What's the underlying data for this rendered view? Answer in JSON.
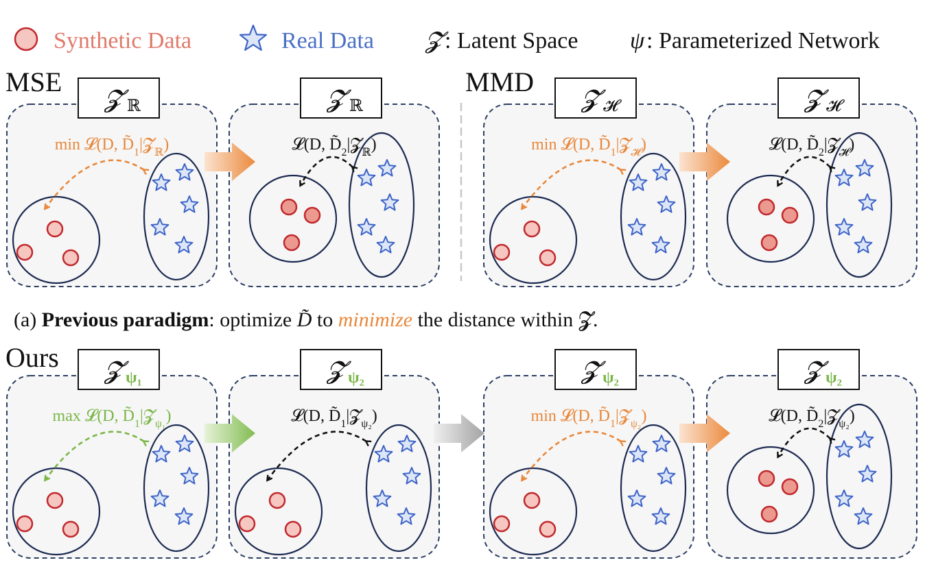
{
  "legend": {
    "synthetic_label": "Synthetic Data",
    "real_label": "Real Data",
    "latent_symbol": "𝓩",
    "latent_label": ": Latent Space",
    "network_symbol": "ψ",
    "network_label": ": Parameterized Network",
    "synthetic_icon": "hollow-red-circle-icon",
    "real_icon": "hollow-blue-star-icon"
  },
  "colors": {
    "synthetic_stroke": "#c0282d",
    "synthetic_fill": "#f6c6c0",
    "synthetic_fill_strong": "#ec9a8f",
    "synthetic_text": "#e07a6b",
    "real_stroke": "#3d63c8",
    "real_fill": "#dce6f7",
    "real_text": "#4a6fc4",
    "orange": "#e8873a",
    "green": "#7ab648",
    "black_arrow": "#111111",
    "gray_arrow": "#a8a8a8",
    "panel_border": "#2c3e63"
  },
  "section_a": {
    "mse_label": "MSE",
    "mmd_label": "MMD",
    "caption": {
      "prefix": "(a) ",
      "bold": "Previous paradigm",
      "mid1": ": optimize ",
      "d_tilde": "D̃",
      "mid2": " to ",
      "emph": "minimize",
      "suffix": " the distance within 𝓩."
    }
  },
  "section_b": {
    "ours_label": "Ours"
  },
  "panels": [
    {
      "z_base": "𝓩",
      "z_sub": "ℝ",
      "z_sub_color": "#111111",
      "loss": [
        {
          "t": "min 𝓛(",
          "c": "#e8873a"
        },
        {
          "t": "D, D̃",
          "c": "#e8873a"
        },
        {
          "t": "1",
          "c": "#e8873a",
          "sub": true
        },
        {
          "t": "|𝓩",
          "c": "#e8873a"
        },
        {
          "t": "ℝ",
          "c": "#e8873a",
          "sub": true
        },
        {
          "t": ")",
          "c": "#e8873a"
        }
      ],
      "arrow_color": "orange",
      "fill_level": "hollow"
    },
    {
      "z_base": "𝓩",
      "z_sub": "ℝ",
      "z_sub_color": "#111111",
      "loss": [
        {
          "t": "𝓛(D, D̃",
          "c": "#111111"
        },
        {
          "t": "2",
          "c": "#111111",
          "sub": true
        },
        {
          "t": "|𝓩",
          "c": "#111111"
        },
        {
          "t": "ℝ",
          "c": "#111111",
          "sub": true
        },
        {
          "t": ")",
          "c": "#111111"
        }
      ],
      "arrow_color": "black",
      "fill_level": "filled"
    },
    {
      "z_base": "𝓩",
      "z_sub": "𝓗",
      "z_sub_color": "#111111",
      "loss": [
        {
          "t": "min 𝓛(D, D̃",
          "c": "#e8873a"
        },
        {
          "t": "1",
          "c": "#e8873a",
          "sub": true
        },
        {
          "t": "|𝓩",
          "c": "#e8873a"
        },
        {
          "t": "𝓗",
          "c": "#e8873a",
          "sub": true
        },
        {
          "t": ")",
          "c": "#e8873a"
        }
      ],
      "arrow_color": "orange",
      "fill_level": "hollow"
    },
    {
      "z_base": "𝓩",
      "z_sub": "𝓗",
      "z_sub_color": "#111111",
      "loss": [
        {
          "t": "𝓛(D, D̃",
          "c": "#111111"
        },
        {
          "t": "2",
          "c": "#111111",
          "sub": true
        },
        {
          "t": "|𝓩",
          "c": "#111111"
        },
        {
          "t": "𝓗",
          "c": "#111111",
          "sub": true
        },
        {
          "t": ")",
          "c": "#111111"
        }
      ],
      "arrow_color": "black",
      "fill_level": "filled"
    },
    {
      "z_base": "𝓩",
      "z_sub": "ψ₁",
      "z_sub_color": "#7ab648",
      "loss": [
        {
          "t": "max 𝓛(D, D̃",
          "c": "#7ab648"
        },
        {
          "t": "1",
          "c": "#7ab648",
          "sub": true
        },
        {
          "t": "|𝓩",
          "c": "#7ab648"
        },
        {
          "t": "ψ₁",
          "c": "#7ab648",
          "sub": true
        },
        {
          "t": ")",
          "c": "#7ab648"
        }
      ],
      "arrow_color": "green",
      "fill_level": "hollow"
    },
    {
      "z_base": "𝓩",
      "z_sub": "ψ₂",
      "z_sub_color": "#7ab648",
      "loss": [
        {
          "t": "𝓛(D, D̃",
          "c": "#111111"
        },
        {
          "t": "1",
          "c": "#111111",
          "sub": true
        },
        {
          "t": "|𝓩",
          "c": "#111111"
        },
        {
          "t": "ψ₂",
          "c": "#111111",
          "sub": true
        },
        {
          "t": ")",
          "c": "#111111"
        }
      ],
      "arrow_color": "black",
      "fill_level": "hollow"
    },
    {
      "z_base": "𝓩",
      "z_sub": "ψ₂",
      "z_sub_color": "#7ab648",
      "loss": [
        {
          "t": "min 𝓛(D, D̃",
          "c": "#e8873a"
        },
        {
          "t": "1",
          "c": "#e8873a",
          "sub": true
        },
        {
          "t": "|𝓩",
          "c": "#e8873a"
        },
        {
          "t": "ψ₂",
          "c": "#e8873a",
          "sub": true
        },
        {
          "t": ")",
          "c": "#e8873a"
        }
      ],
      "arrow_color": "orange",
      "fill_level": "hollow"
    },
    {
      "z_base": "𝓩",
      "z_sub": "ψ₂",
      "z_sub_color": "#7ab648",
      "loss": [
        {
          "t": "𝓛(D, D̃",
          "c": "#111111"
        },
        {
          "t": "2",
          "c": "#111111",
          "sub": true
        },
        {
          "t": "|𝓩",
          "c": "#111111"
        },
        {
          "t": "ψ₂",
          "c": "#111111",
          "sub": true
        },
        {
          "t": ")",
          "c": "#111111"
        }
      ],
      "arrow_color": "black",
      "fill_level": "filled"
    }
  ],
  "transitions": [
    {
      "color": "orange"
    },
    {
      "color": "orange"
    },
    {
      "color": "green"
    },
    {
      "color": "gray"
    },
    {
      "color": "orange"
    }
  ]
}
